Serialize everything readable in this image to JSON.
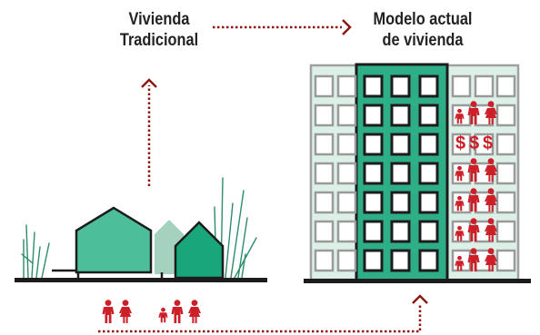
{
  "left_heading": {
    "line1": "Vivienda",
    "line2": "Tradicional"
  },
  "right_heading": {
    "line1": "Modelo actual",
    "line2": "de vivienda"
  },
  "dollar_signs": [
    "$",
    "$",
    "$"
  ],
  "colors": {
    "house_primary": "#4dbe9a",
    "house_secondary": "#a5d1bf",
    "house_dark": "#18a67a",
    "tower_back": "#dcf0e8",
    "tower_front": "#2eae86",
    "outline": "#1c1c1c",
    "people": "#cc1f27",
    "arrow": "#8b1a14"
  },
  "icons": {
    "people": "person-icon",
    "arrows": "chevron-arrow-icon"
  }
}
